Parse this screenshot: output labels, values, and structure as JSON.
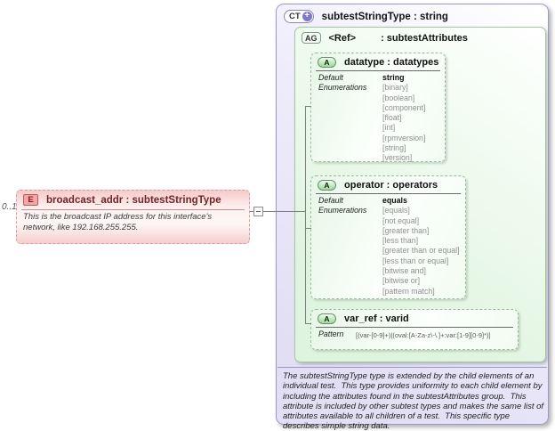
{
  "element": {
    "cardinality": "0..1",
    "badge": "E",
    "title": "broadcast_addr : subtestStringType",
    "annotation": "This is the broadcast IP address for this interface's network, like 192.168.255.255."
  },
  "complex_type": {
    "badge": "CT",
    "plus": "+",
    "title": "subtestStringType : string",
    "annotation": "The subtestStringType type is extended by the child elements of an individual test.  This type provides uniformity to each child element by including the attributes found in the subtestAttributes group.  This attribute is included by other subtest types and makes the same list of attributes available to all children of a test.  This specific type describes simple string data."
  },
  "attribute_group": {
    "badge": "AG",
    "ref": "<Ref>",
    "type": ": subtestAttributes"
  },
  "attributes": {
    "datatype": {
      "badge": "A",
      "title": "datatype : datatypes",
      "default_label": "Default",
      "default_value": "string",
      "enumerations_label": "Enumerations",
      "enumerations": [
        "[binary]",
        "[boolean]",
        "[component]",
        "[float]",
        "[int]",
        "[rpmversion]",
        "[string]",
        "[version]"
      ]
    },
    "operator": {
      "badge": "A",
      "title": "operator : operators",
      "default_label": "Default",
      "default_value": "equals",
      "enumerations_label": "Enumerations",
      "enumerations": [
        "[equals]",
        "[not equal]",
        "[greater than]",
        "[less than]",
        "[greater than or equal]",
        "[less than or equal]",
        "[bitwise and]",
        "[bitwise or]",
        "[pattern match]"
      ]
    },
    "var_ref": {
      "badge": "A",
      "title": "var_ref : varid",
      "pattern_label": "Pattern",
      "pattern_value": "[(var-[0-9]+)|(oval:[A-Za-z\\-\\.]+:var:[1-9][0-9]*)]"
    }
  },
  "colors": {
    "ct_accent": "#9b99cb",
    "ag_accent": "#a5c3a5",
    "attr_border": "#9cbc9c",
    "element_accent": "#e09c9c",
    "plus_badge": "#7e78cc"
  }
}
